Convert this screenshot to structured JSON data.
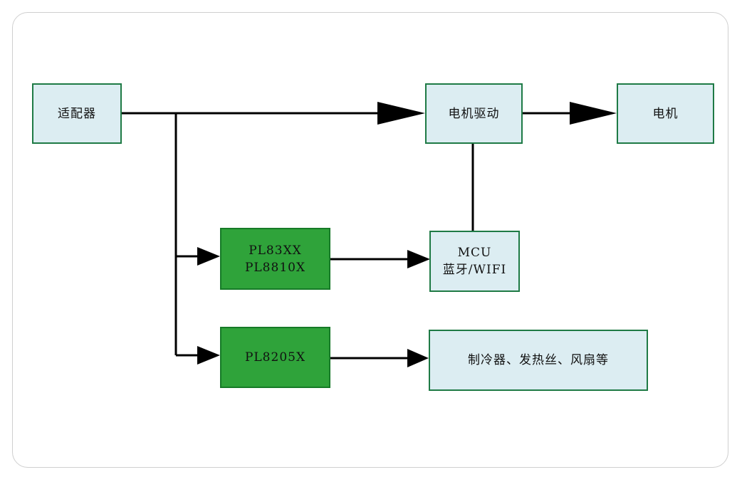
{
  "diagram": {
    "nodes": {
      "adapter": {
        "label": "适配器"
      },
      "motor_driver": {
        "label": "电机驱动"
      },
      "motor": {
        "label": "电机"
      },
      "pl83": {
        "lines": [
          "PL83XX",
          "PL8810X"
        ]
      },
      "mcu": {
        "lines": [
          "MCU",
          "蓝牙/WIFI"
        ]
      },
      "pl8205": {
        "label": "PL8205X"
      },
      "loads": {
        "label": "制冷器、发热丝、风扇等"
      }
    },
    "colors": {
      "light_box": "#dcedf2",
      "green_box": "#2fa33a",
      "box_border": "#1e7a45",
      "wire": "#000000"
    }
  }
}
